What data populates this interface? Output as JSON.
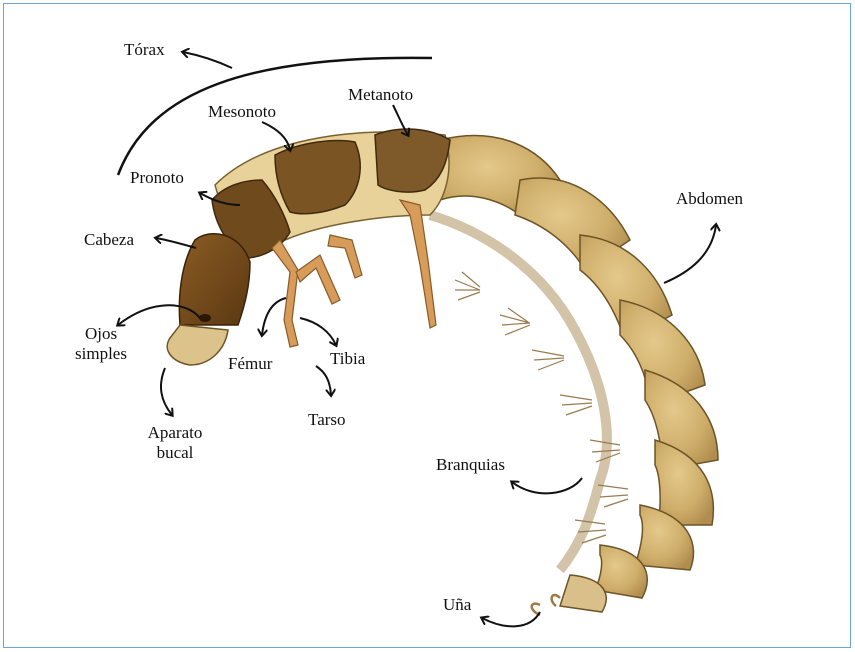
{
  "labels": {
    "torax": "Tórax",
    "mesonoto": "Mesonoto",
    "metanoto": "Metanoto",
    "pronoto": "Pronoto",
    "cabeza": "Cabeza",
    "ojos_line1": "Ojos",
    "ojos_line2": "simples",
    "aparato_line1": "Aparato",
    "aparato_line2": "bucal",
    "femur": "Fémur",
    "tibia": "Tibia",
    "tarso": "Tarso",
    "abdomen": "Abdomen",
    "branquias": "Branquias",
    "una": "Uña"
  },
  "colors": {
    "frame": "#6aa6d8",
    "body_light": "#e6cf94",
    "body_mid": "#c7a766",
    "plate_dark": "#7a5523",
    "head_dark": "#6b4417",
    "leg": "#d79b5a",
    "gill": "#9a7b4f",
    "line": "#111111"
  }
}
